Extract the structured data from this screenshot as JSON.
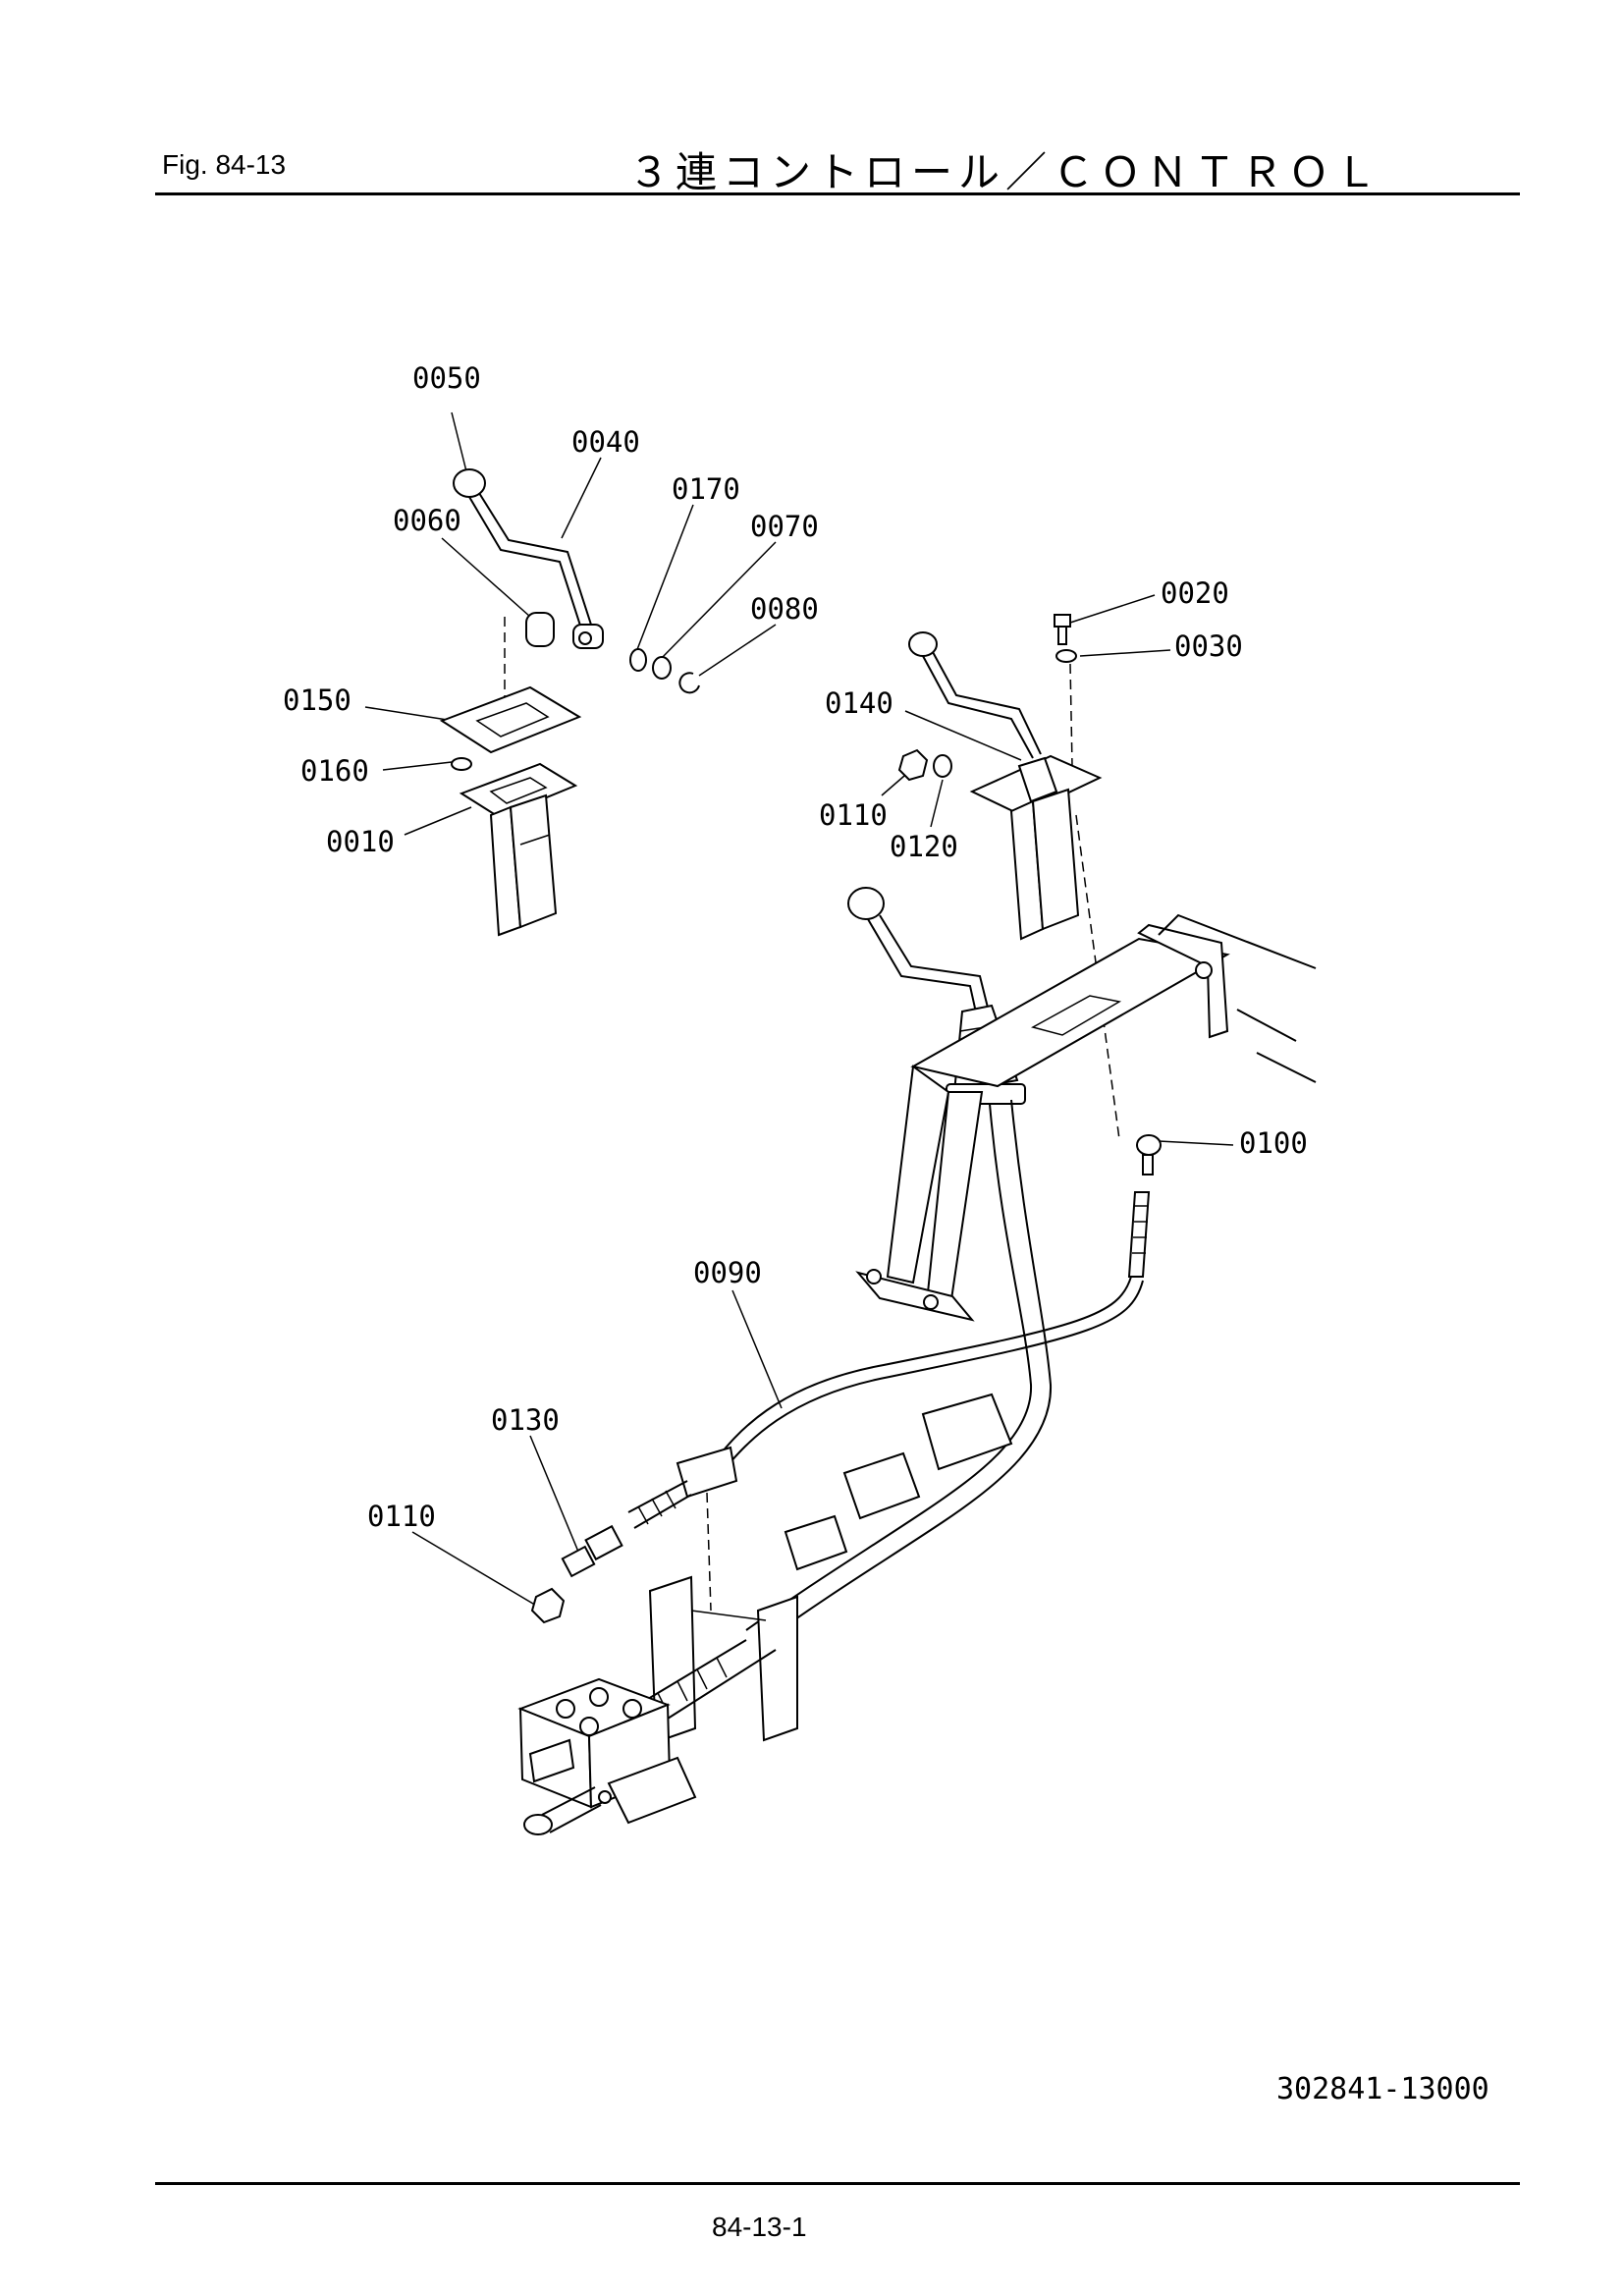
{
  "header": {
    "fig_label": "Fig.  84-13",
    "title": "３連コントロール／ＣＯＮＴＲＯＬ"
  },
  "footer": {
    "drawing_number": "302841-13000",
    "page_number": "84-13-1"
  },
  "callouts": {
    "c0050": "0050",
    "c0040": "0040",
    "c0170": "0170",
    "c0070": "0070",
    "c0060": "0060",
    "c0080": "0080",
    "c0150": "0150",
    "c0160": "0160",
    "c0010": "0010",
    "c0020": "0020",
    "c0030": "0030",
    "c0140": "0140",
    "c0110a": "0110",
    "c0120": "0120",
    "c0100": "0100",
    "c0090": "0090",
    "c0130": "0130",
    "c0110b": "0110"
  }
}
